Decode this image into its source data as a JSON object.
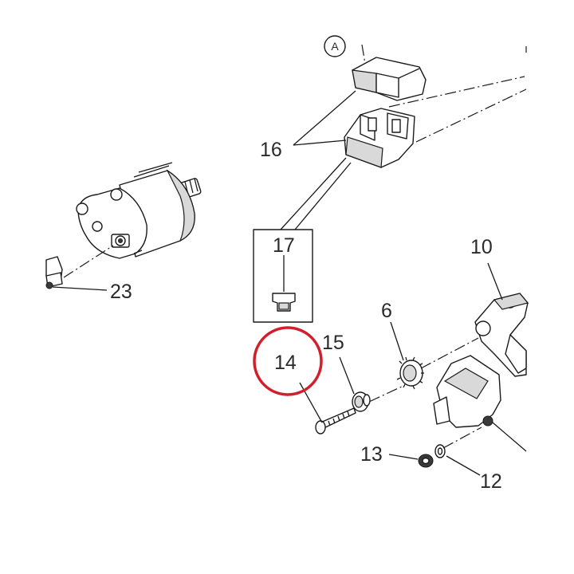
{
  "diagram": {
    "view_marker": "A",
    "highlight_color": "#d0202c",
    "line_color": "#1a1a1a",
    "callouts": [
      {
        "id": "c23",
        "text": "23"
      },
      {
        "id": "c16",
        "text": "16"
      },
      {
        "id": "c17",
        "text": "17"
      },
      {
        "id": "c10",
        "text": "10"
      },
      {
        "id": "c6",
        "text": "6"
      },
      {
        "id": "c15",
        "text": "15"
      },
      {
        "id": "c14",
        "text": "14"
      },
      {
        "id": "c13",
        "text": "13"
      },
      {
        "id": "c12",
        "text": "12"
      }
    ],
    "highlighted_callout": "14"
  }
}
